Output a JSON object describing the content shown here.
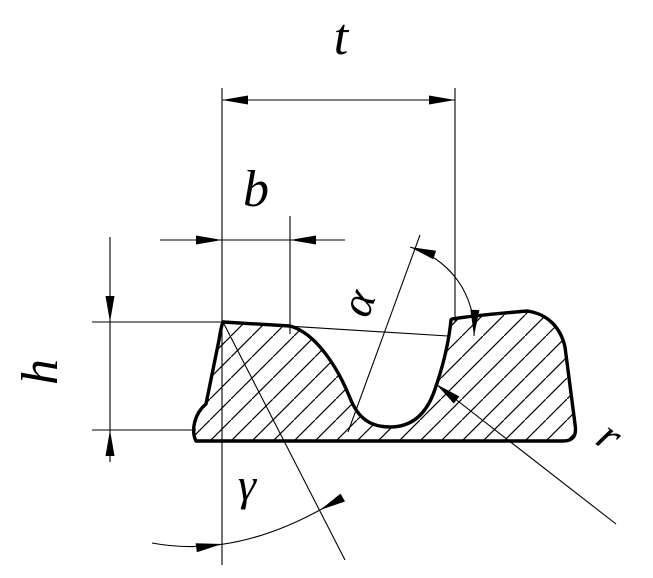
{
  "drawing": {
    "line_color": "#000000",
    "background_color": "#ffffff",
    "labels": {
      "pitch": "t",
      "width": "b",
      "height": "h",
      "alpha": "α",
      "gamma": "γ",
      "radius": "r"
    }
  }
}
